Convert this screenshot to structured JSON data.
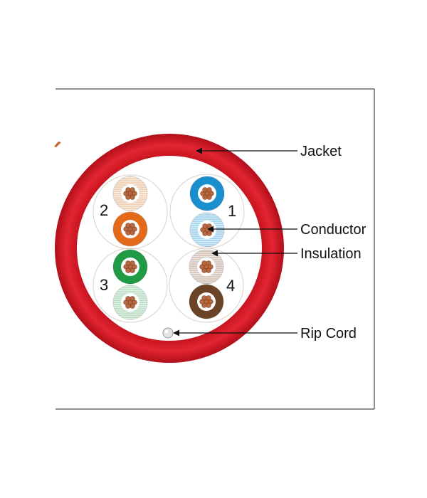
{
  "callouts": {
    "jacket": "Jacket",
    "conductor": "Conductor",
    "insulation": "Insulation",
    "rip_cord": "Rip Cord"
  },
  "pairs": [
    {
      "number": "1",
      "wires": [
        {
          "color": "blue",
          "hex": "#1a8fd0",
          "striped": false
        },
        {
          "color": "blue-white",
          "hex": "#a9d6ef",
          "striped": true
        }
      ]
    },
    {
      "number": "2",
      "wires": [
        {
          "color": "orange-white",
          "hex": "#f0d2b8",
          "striped": true
        },
        {
          "color": "orange",
          "hex": "#e46a1a",
          "striped": false
        }
      ]
    },
    {
      "number": "3",
      "wires": [
        {
          "color": "green",
          "hex": "#1f9a45",
          "striped": false
        },
        {
          "color": "green-white",
          "hex": "#bfe0c8",
          "striped": true
        }
      ]
    },
    {
      "number": "4",
      "wires": [
        {
          "color": "brown-white",
          "hex": "#d6c6bc",
          "striped": true
        },
        {
          "color": "brown",
          "hex": "#6b4427",
          "striped": false
        }
      ]
    }
  ],
  "colors": {
    "jacket": "#d81e2a",
    "jacket_dark": "#b5121d",
    "copper": "#b8683f",
    "rip_cord": "#e4e4e4"
  }
}
